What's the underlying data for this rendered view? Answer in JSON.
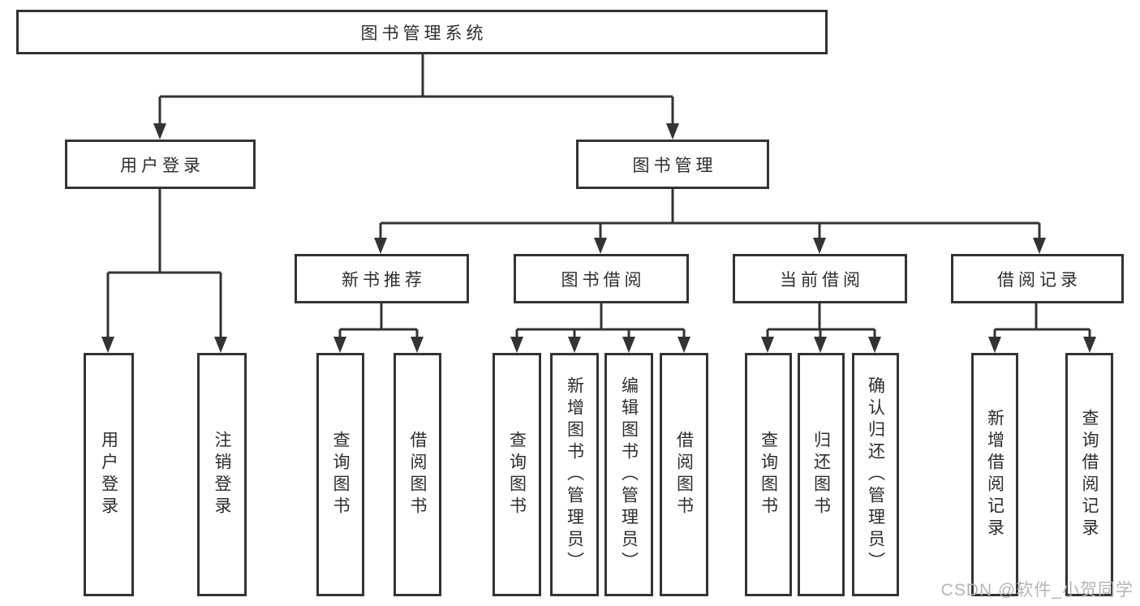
{
  "diagram": {
    "root": {
      "label": "图书管理系统"
    },
    "branches": [
      {
        "label": "用户登录"
      },
      {
        "label": "图书管理"
      }
    ],
    "groups": [
      {
        "label": "新书推荐"
      },
      {
        "label": "图书借阅"
      },
      {
        "label": "当前借阅"
      },
      {
        "label": "借阅记录"
      }
    ],
    "leaves": [
      {
        "label": "用户登录"
      },
      {
        "label": "注销登录"
      },
      {
        "label": "查询图书"
      },
      {
        "label": "借阅图书"
      },
      {
        "label": "查询图书"
      },
      {
        "label": "新增图书（管理员）"
      },
      {
        "label": "编辑图书（管理员）"
      },
      {
        "label": "借阅图书"
      },
      {
        "label": "查询图书"
      },
      {
        "label": "归还图书"
      },
      {
        "label": "确认归还（管理员）"
      },
      {
        "label": "新增借阅记录"
      },
      {
        "label": "查询借阅记录"
      }
    ]
  },
  "watermark": "CSDN @软件_小贺同学",
  "colors": {
    "line": "#333333",
    "box_border": "#333333",
    "box_bg": "#ffffff",
    "text": "#2d2d2d",
    "watermark": "#b5b5b5"
  }
}
